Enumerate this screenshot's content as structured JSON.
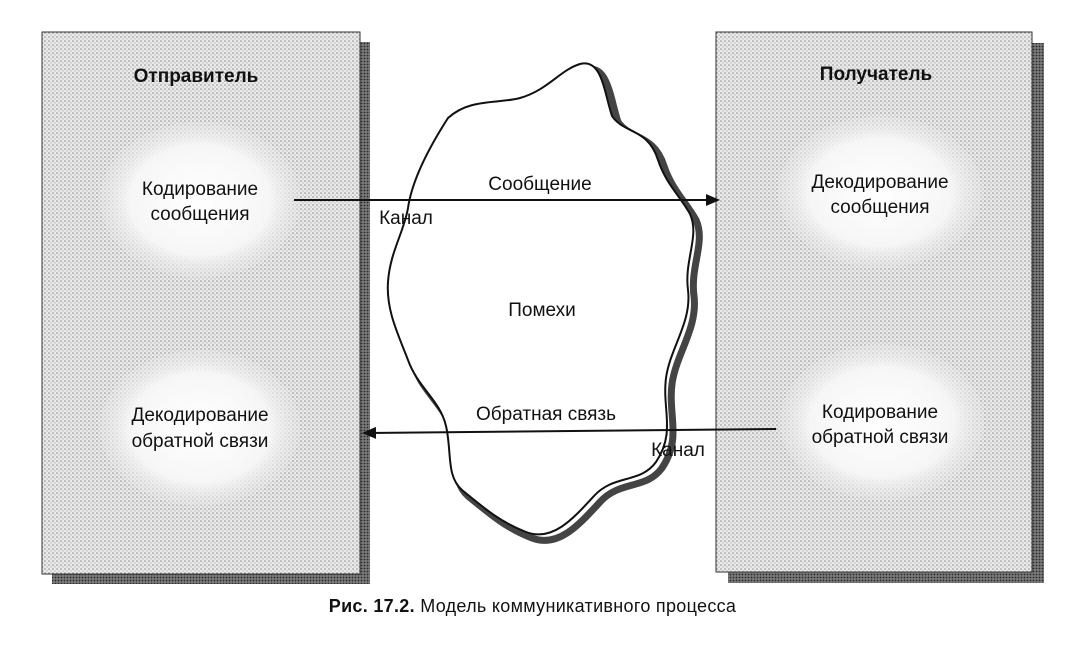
{
  "diagram": {
    "sender": {
      "title": "Отправитель",
      "encode_message": [
        "Кодирование",
        "сообщения"
      ],
      "decode_feedback": [
        "Декодирование",
        "обратной связи"
      ]
    },
    "receiver": {
      "title": "Получатель",
      "decode_message": [
        "Декодирование",
        "сообщения"
      ],
      "encode_feedback": [
        "Кодирование",
        "обратной связи"
      ]
    },
    "noise": {
      "label": "Помехи",
      "channel_top": "Канал",
      "channel_bottom": "Канал"
    },
    "arrows": {
      "message": "Сообщение",
      "feedback": "Обратная связь"
    },
    "caption": {
      "label": "Рис. 17.2.",
      "text": "Модель коммуникативного процесса"
    },
    "colors": {
      "panel_fill": "#e4e4e4",
      "panel_shadow": "#6a6a6a",
      "ellipse_fill": "#f7f7f7",
      "line": "#111111"
    }
  }
}
